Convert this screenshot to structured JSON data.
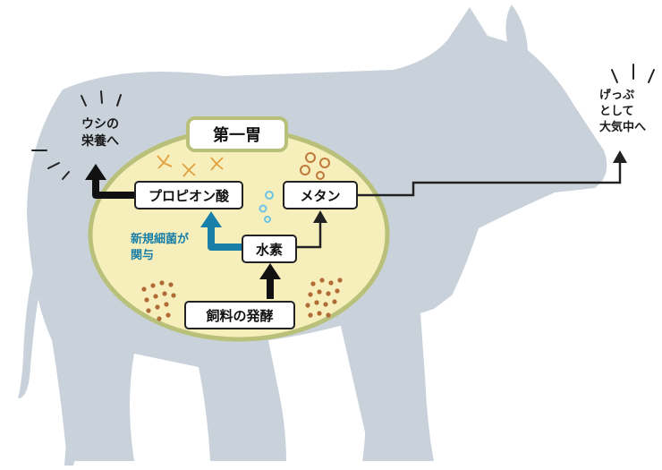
{
  "stomach": {
    "title": "第一胃"
  },
  "boxes": {
    "propionic": "プロピオン酸",
    "methane": "メタン",
    "hydrogen": "水素",
    "fermentation": "飼料の発酵"
  },
  "labels": {
    "nutrition_line1": "ウシの",
    "nutrition_line2": "栄養へ",
    "burp_line1": "げっぷ",
    "burp_line2": "として",
    "burp_line3": "大気中へ",
    "bacteria_line1": "新規細菌が",
    "bacteria_line2": "関与"
  },
  "colors": {
    "cow": "#c9d2da",
    "stomach_fill": "#f6efbc",
    "stomach_border": "#b9c07a",
    "bacteria_text": "#1a7fa8",
    "bacteria_arrow": "#1a7fa8",
    "dots": "#b06a35",
    "bubbles_light": "#6cc3e6",
    "bubbles_dark": "#c0783c",
    "sparkle": "#e0a040"
  }
}
